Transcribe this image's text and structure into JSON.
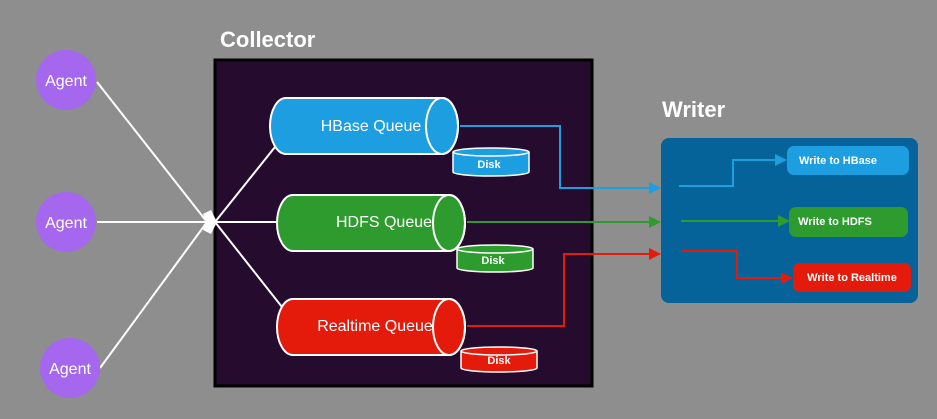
{
  "collector": {
    "title": "Collector"
  },
  "writer": {
    "title": "Writer",
    "outputs": [
      {
        "label": "Write to HBase"
      },
      {
        "label": "Write to HDFS"
      },
      {
        "label": "Write to Realtime"
      }
    ]
  },
  "agents": [
    {
      "label": "Agent"
    },
    {
      "label": "Agent"
    },
    {
      "label": "Agent"
    }
  ],
  "queues": [
    {
      "label": "HBase Queue",
      "disk": "Disk"
    },
    {
      "label": "HDFS Queue",
      "disk": "Disk"
    },
    {
      "label": "Realtime Queue",
      "disk": "Disk"
    }
  ],
  "colors": {
    "background": "#8e8e8e",
    "collector_fill": "#250b2d",
    "writer_fill": "#06639a",
    "agent": "#a467ee",
    "hbase": "#1c9ee0",
    "hdfs": "#2e9b2e",
    "realtime": "#e41a0b"
  }
}
